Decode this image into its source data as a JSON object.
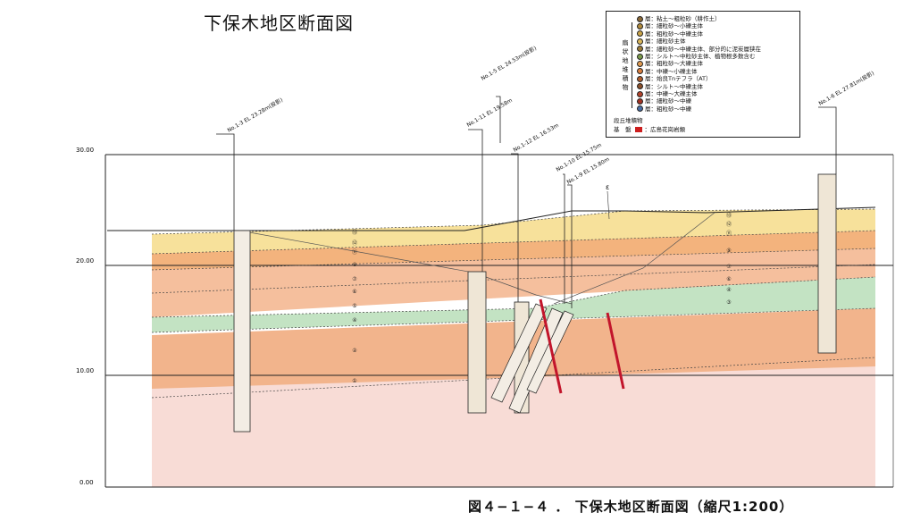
{
  "title": "下保木地区断面図",
  "caption": "図４−１−４ ． 下保木地区断面図（縮尺1:200）",
  "legend": {
    "sidecap": [
      "扇",
      "状",
      "地",
      "堆",
      "積",
      "物"
    ],
    "items": [
      {
        "num": "⑬",
        "text": "層：粘土～粗粒砂（耕作土）",
        "color": "#8b6a3a"
      },
      {
        "num": "⑫",
        "text": "層：細粒砂～小礫主体",
        "color": "#b08a3c"
      },
      {
        "num": "⑪",
        "text": "層：粗粒砂～中礫主体",
        "color": "#c9a347"
      },
      {
        "num": "⑩",
        "text": "層：細粒砂主体",
        "color": "#d9b65a"
      },
      {
        "num": "⑨",
        "text": "層：細粒砂～中礫主体、部分的に泥炭層狭在",
        "color": "#9c7b3a"
      },
      {
        "num": "⑧",
        "text": "層：シルト～中粒砂主体、植物根多数含む",
        "color": "#7a9a4a"
      },
      {
        "num": "⑦",
        "text": "層：粗粒砂～大礫主体",
        "color": "#e09a50"
      },
      {
        "num": "⑥",
        "text": "層：中礫～小礫主体",
        "color": "#d97d3e"
      },
      {
        "num": "⑤",
        "text": "層：始良Tnテフラ（AT）",
        "color": "#b05d2d"
      },
      {
        "num": "④",
        "text": "層：シルト～中礫主体",
        "color": "#8a4f2a"
      },
      {
        "num": "③",
        "text": "層：中礫～大礫主体",
        "color": "#b2422a"
      },
      {
        "num": "②",
        "text": "層：細粒砂～中礫",
        "color": "#a33222"
      },
      {
        "num": "①",
        "text": "層：粗粒砂～中礫",
        "color": "#4a6fa6"
      }
    ],
    "terrace_label": "段丘堆積物",
    "base_label": "基　盤",
    "base_text": "：広島花崗岩類",
    "base_color": "#cc1f1f"
  },
  "y_axis": [
    "30.00",
    "20.00",
    "10.00",
    "0.00"
  ],
  "boreholes": [
    {
      "label": "No.1-3  EL 23.28m(投影)"
    },
    {
      "label": "No.1-5  EL 24.53m(投影)"
    },
    {
      "label": "No.1-11  EL 19.58m"
    },
    {
      "label": "No.1-12  EL 16.53m"
    },
    {
      "label": "No.1-10  EL 15.75m"
    },
    {
      "label": "No.1-9  EL 15.80m"
    },
    {
      "label": "No.1-6  EL 27.81m(投影)"
    }
  ],
  "layer_markers": [
    "⑬",
    "⑫",
    "⑪",
    "⑩",
    "⑨",
    "⑧",
    "⑦",
    "⑥",
    "⑤",
    "④",
    "③",
    "②",
    "①"
  ],
  "annotation": "ε"
}
